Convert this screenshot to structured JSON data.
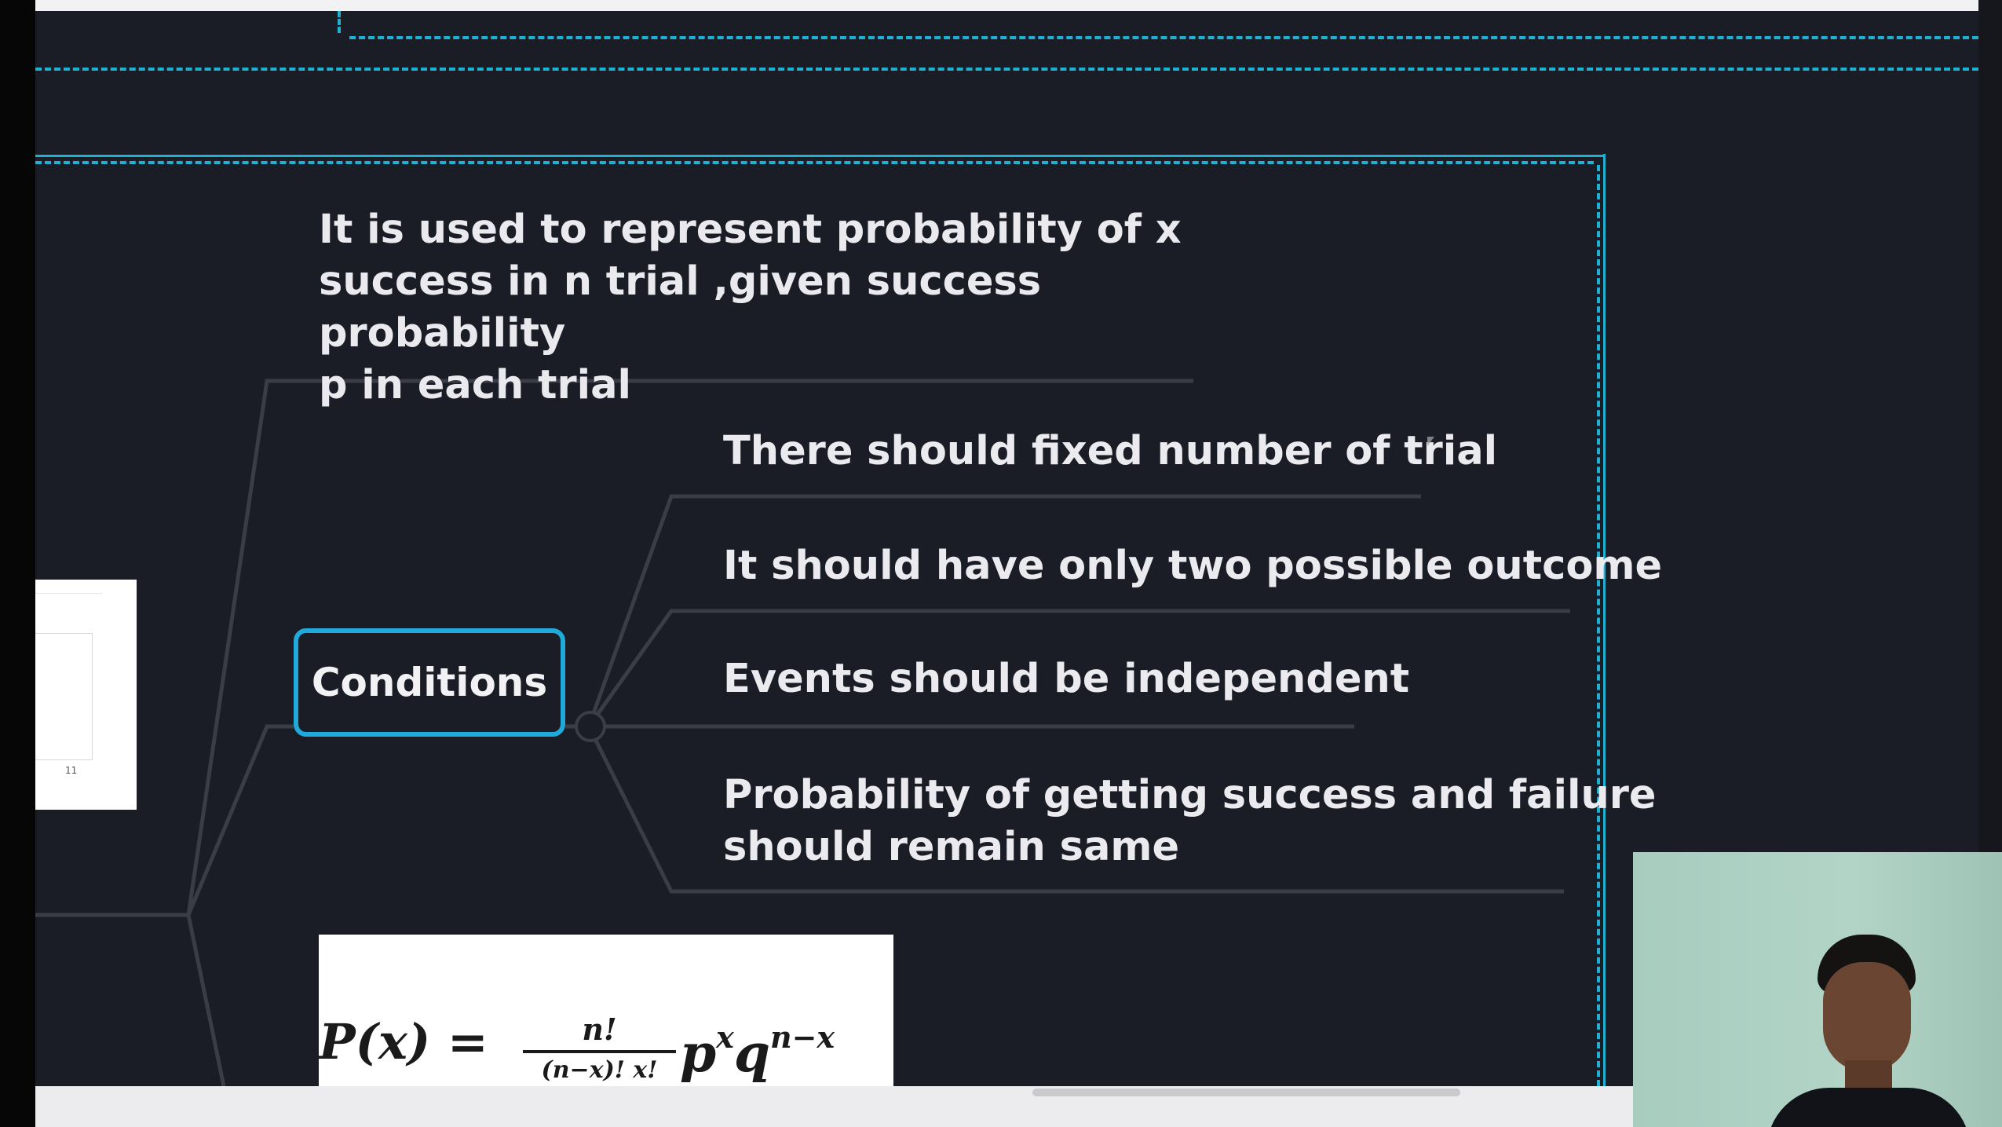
{
  "mindmap": {
    "definition_lines": [
      "It is used to represent probability of x",
      "success in n trial ,given success probability",
      "p in each trial"
    ],
    "node_label": "Conditions",
    "conditions": [
      "There should fixed number of trial",
      "It should have only two possible outcome",
      "Events should be independent",
      "Probability of getting success and failure",
      "should remain same"
    ]
  },
  "thumbnail": {
    "page_number": "11"
  },
  "formula": {
    "lhs": "P(x) =",
    "numerator": "n!",
    "denominator": "(n−x)! x!",
    "p": "p",
    "p_exp": "x",
    "q": "q",
    "q_exp": "n−x"
  },
  "colors": {
    "accent": "#22a9dc",
    "dash": "#1fb1d2",
    "background": "#1b1d26",
    "branch": "#3a3c46"
  },
  "icons": {
    "cursor": "mouse-pointer-icon"
  }
}
